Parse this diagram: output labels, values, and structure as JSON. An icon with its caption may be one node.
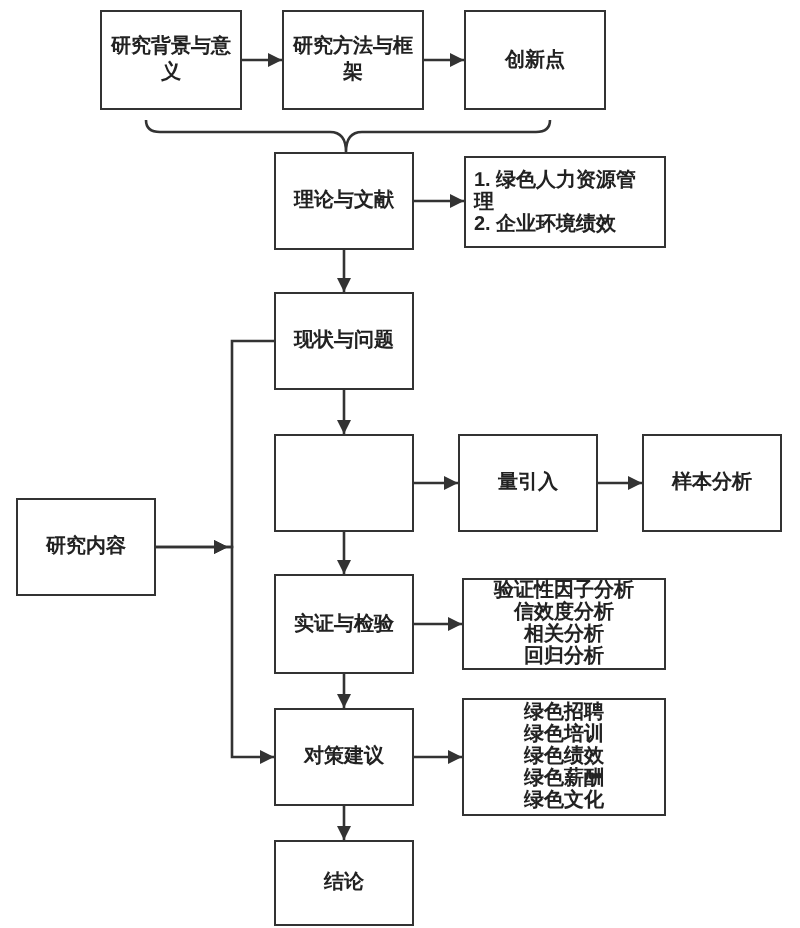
{
  "diagram": {
    "nodes": [
      {
        "text": [
          "研究背景与意义"
        ]
      },
      {
        "text": [
          "研究方法与框架"
        ]
      },
      {
        "text": [
          "创新点"
        ]
      },
      {
        "text": [
          "理论与文献"
        ]
      },
      {
        "text": [
          "1. 绿色人力资源管理",
          "2. 企业环境绩效"
        ]
      },
      {
        "text": [
          "现状与问题"
        ]
      },
      {
        "text": [],
        "shape": "box"
      },
      {
        "text": [
          "量引入"
        ]
      },
      {
        "text": [
          "样本分析"
        ]
      },
      {
        "text": [
          "研究内容"
        ]
      },
      {
        "text": [
          "实证与检验"
        ]
      },
      {
        "text": [
          "验证性因子分析",
          "信效度分析",
          "相关分析",
          "回归分析"
        ]
      },
      {
        "text": [
          "对策建议"
        ]
      },
      {
        "text": [
          "绿色招聘",
          "绿色培训",
          "绿色绩效",
          "绿色薪酬",
          "绿色文化"
        ]
      },
      {
        "text": [
          "结论"
        ]
      }
    ],
    "edges": [
      {
        "from": 0,
        "to": 1,
        "arrow": "to"
      },
      {
        "from": 1,
        "to": 2,
        "arrow": "to"
      },
      {
        "from": 3,
        "to": 4,
        "arrow": "to"
      },
      {
        "from": 3,
        "to": 5,
        "arrow": "to"
      },
      {
        "from": 5,
        "to": 6,
        "arrow": "to"
      },
      {
        "from": 6,
        "to": 7,
        "arrow": "to"
      },
      {
        "from": 7,
        "to": 8,
        "arrow": "to"
      },
      {
        "from": 6,
        "to": 10,
        "arrow": "to"
      },
      {
        "from": 10,
        "to": 11,
        "arrow": "to"
      },
      {
        "from": 10,
        "to": 12,
        "arrow": "to"
      },
      {
        "from": 12,
        "to": 13,
        "arrow": "to"
      },
      {
        "from": 12,
        "to": 14,
        "arrow": "to"
      },
      {
        "from": 9,
        "to": 5,
        "arrow": "to"
      },
      {
        "from": 9,
        "to": 12,
        "arrow": "to"
      }
    ]
  }
}
